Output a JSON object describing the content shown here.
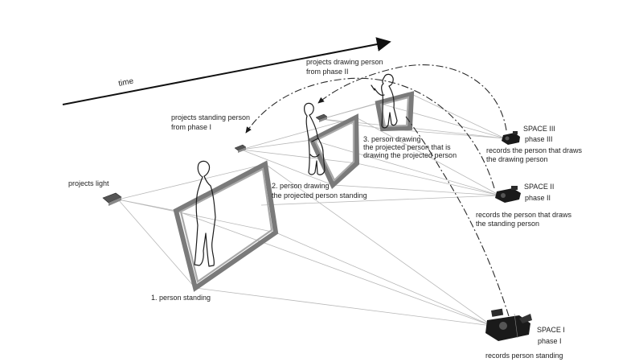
{
  "timeline": {
    "label": "time"
  },
  "projectors": {
    "light": "projects light",
    "phase1": [
      "projects standing person",
      "from phase I"
    ],
    "phase2": [
      "projects drawing person",
      "from phase II"
    ]
  },
  "steps": {
    "standing": "1. person standing",
    "drawing": [
      "2. person drawing",
      "the projected person standing"
    ],
    "drawing_drawing": [
      "3. person drawing",
      "the projected person that is",
      "drawing the projected person"
    ]
  },
  "cameras": {
    "space1": {
      "space": "SPACE I",
      "phase": "phase I",
      "caption": [
        "records person standing"
      ]
    },
    "space2": {
      "space": "SPACE II",
      "phase": "phase II",
      "caption": [
        "records the person that draws",
        "the standing person"
      ]
    },
    "space3": {
      "space": "SPACE III",
      "phase": "phase III",
      "caption": [
        "records the person that draws",
        "the drawing person"
      ]
    }
  }
}
